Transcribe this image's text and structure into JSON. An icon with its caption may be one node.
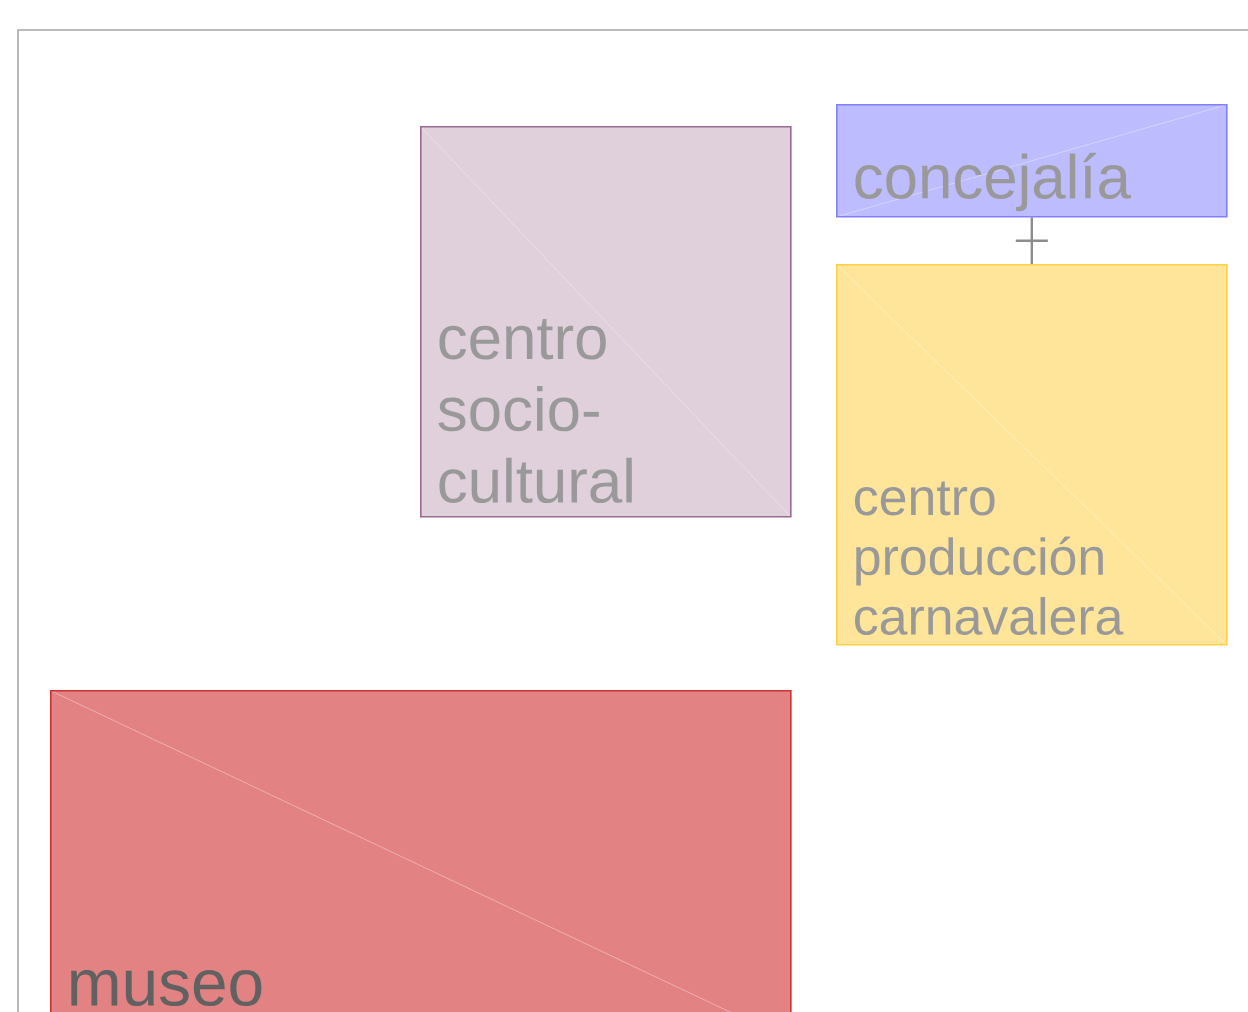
{
  "diagram": {
    "nodes": [
      {
        "text": [
          "centro socio-cultural"
        ]
      },
      {
        "text": [
          "concejalía"
        ]
      },
      {
        "text": [
          "centro producción carnavalera"
        ]
      },
      {
        "text": [
          "museo"
        ]
      }
    ],
    "edges": [
      {
        "from": 1,
        "to": 2,
        "arrow": "none"
      }
    ]
  }
}
